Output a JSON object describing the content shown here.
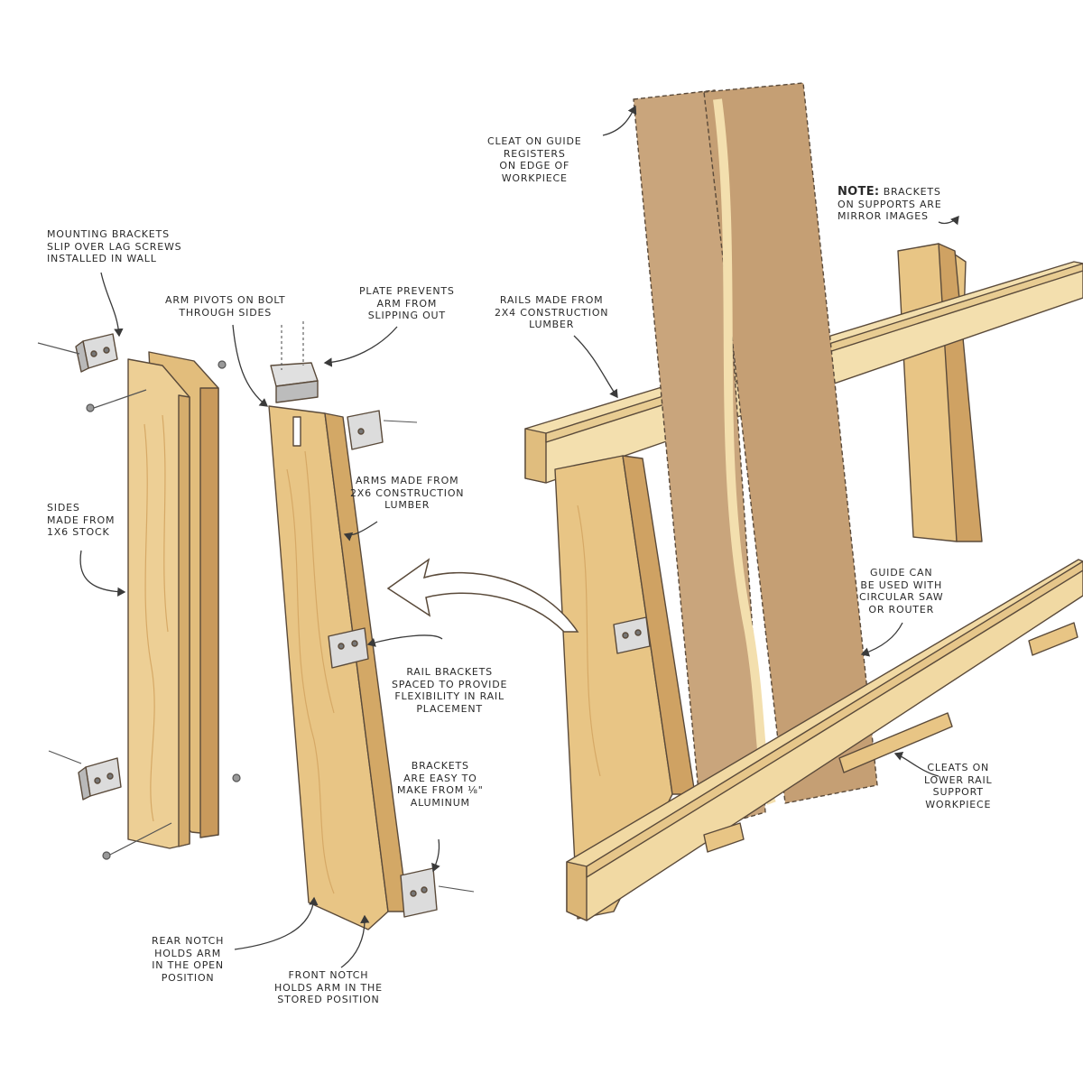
{
  "colors": {
    "wood_light": "#f1d9a3",
    "wood_mid": "#e2bd7c",
    "wood_dark": "#c99a5c",
    "workpiece": "#c9a57c",
    "workpiece_dark": "#b48b60",
    "outline": "#5a4a3a",
    "metal": "#d9d9d9"
  },
  "labels": {
    "mounting_brackets": [
      "MOUNTING BRACKETS",
      "SLIP OVER LAG SCREWS",
      "INSTALLED IN WALL"
    ],
    "arm_pivots": [
      "ARM PIVOTS ON BOLT",
      "THROUGH SIDES"
    ],
    "plate_prevents": [
      "PLATE PREVENTS",
      "ARM FROM",
      "SLIPPING OUT"
    ],
    "sides": [
      "SIDES",
      "MADE FROM",
      "1x6 STOCK"
    ],
    "arms": [
      "ARMS MADE FROM",
      "2x6 CONSTRUCTION",
      "LUMBER"
    ],
    "rail_brackets": [
      "RAIL BRACKETS",
      "SPACED TO PROVIDE",
      "FLEXIBILITY IN RAIL",
      "PLACEMENT"
    ],
    "brackets_easy": [
      "BRACKETS",
      "ARE EASY TO",
      "MAKE FROM ⅛\"",
      "ALUMINUM"
    ],
    "rear_notch": [
      "REAR NOTCH",
      "HOLDS ARM",
      "IN THE OPEN",
      "POSITION"
    ],
    "front_notch": [
      "FRONT NOTCH",
      "HOLDS ARM IN THE",
      "STORED POSITION"
    ],
    "cleat_on_guide": [
      "CLEAT ON GUIDE",
      "REGISTERS",
      "ON EDGE OF",
      "WORKPIECE"
    ],
    "rails_made": [
      "RAILS MADE FROM",
      "2x4 CONSTRUCTION",
      "LUMBER"
    ],
    "note_head": "NOTE:",
    "note_body": [
      "BRACKETS",
      "ON SUPPORTS ARE",
      "MIRROR IMAGES"
    ],
    "guide_can": [
      "GUIDE CAN",
      "BE USED WITH",
      "CIRCULAR SAW",
      "OR ROUTER"
    ],
    "cleats_lower": [
      "CLEATS ON",
      "LOWER RAIL",
      "SUPPORT",
      "WORKPIECE"
    ]
  }
}
